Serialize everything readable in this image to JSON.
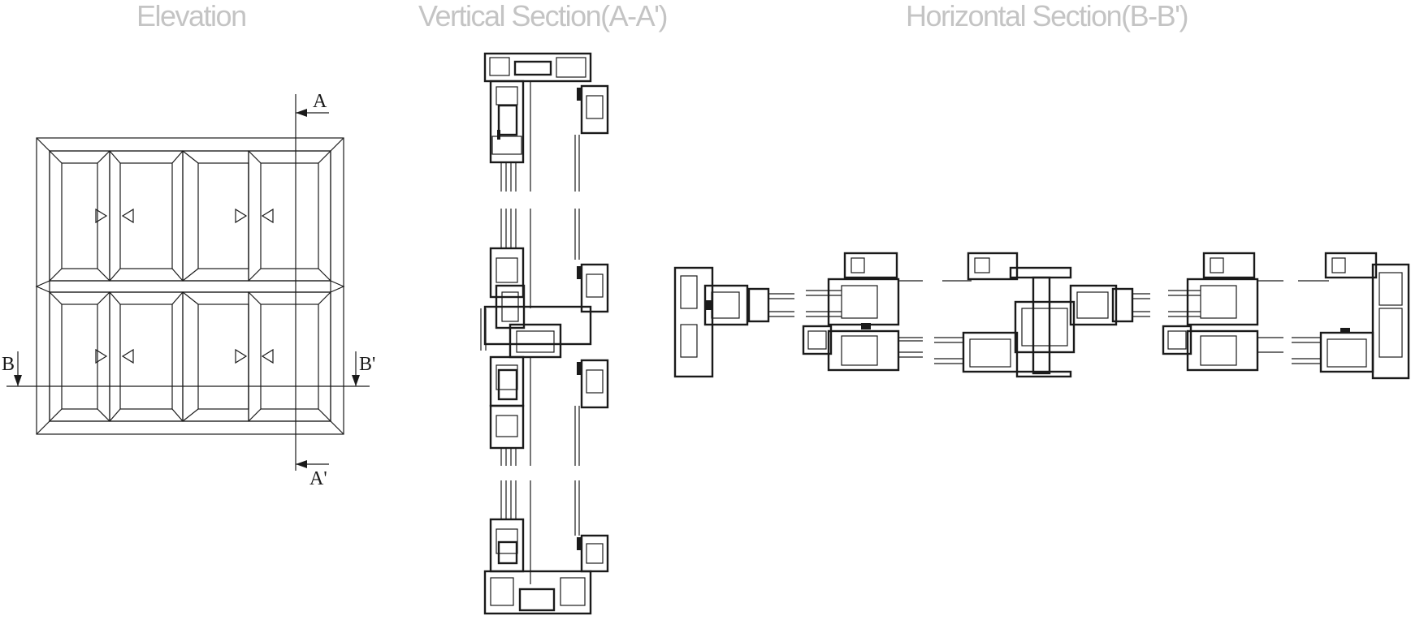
{
  "titles": {
    "elevation": "Elevation",
    "vertical": "Vertical Section(A-A')",
    "horizontal": "Horizontal Section(B-B')"
  },
  "markers": {
    "a_top": "A",
    "a_bottom": "A'",
    "b_left": "B",
    "b_right": "B'"
  },
  "colors": {
    "title": "#c4c4c4",
    "lines": "#1a1a1a",
    "background": "#ffffff"
  }
}
